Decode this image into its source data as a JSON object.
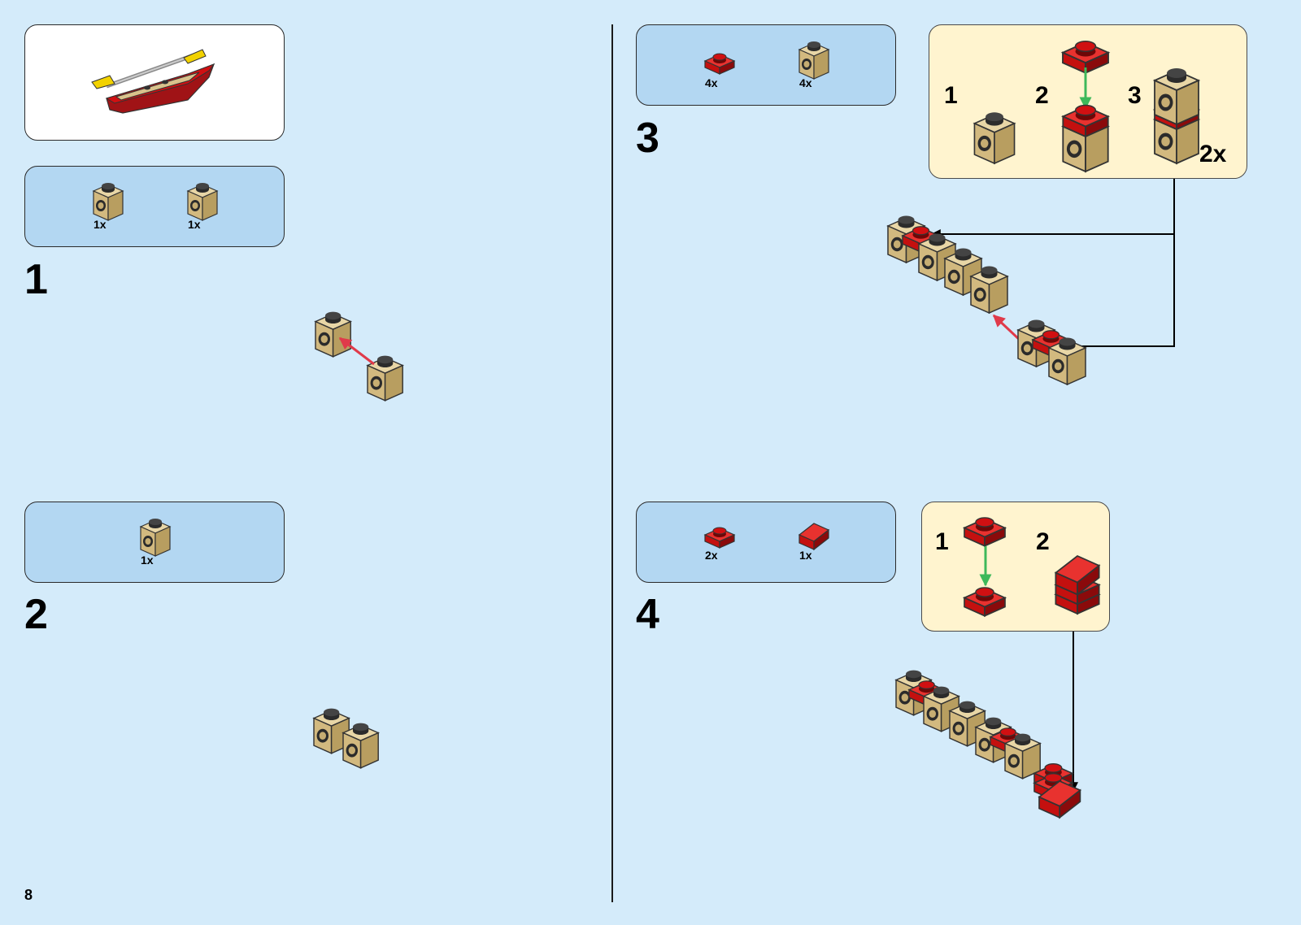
{
  "page": {
    "number": "8"
  },
  "colors": {
    "background": "#d4ebfa",
    "parts_box": "#b3d7f2",
    "sub_box": "#fff4cf",
    "tan": "#d9c28c",
    "tan_dark": "#b39b62",
    "red": "#d01012",
    "red_dark": "#8a0a0b",
    "arrow_red": "#e03a4a",
    "arrow_green": "#3db85a",
    "yellow": "#f2d200"
  },
  "steps": [
    {
      "number": "1",
      "parts": [
        {
          "icon": "tan-brick-1x1-stud-side-icon",
          "qty": "1x"
        },
        {
          "icon": "tan-brick-1x1-stud-side-icon",
          "qty": "1x"
        }
      ]
    },
    {
      "number": "2",
      "parts": [
        {
          "icon": "tan-brick-1x1-stud-side-icon",
          "qty": "1x"
        }
      ]
    },
    {
      "number": "3",
      "parts": [
        {
          "icon": "red-plate-1x1-icon",
          "qty": "4x"
        },
        {
          "icon": "tan-brick-1x1-stud-side-icon",
          "qty": "4x"
        }
      ],
      "substeps": [
        "1",
        "2",
        "3"
      ],
      "multiplier": "2x"
    },
    {
      "number": "4",
      "parts": [
        {
          "icon": "red-plate-1x1-icon",
          "qty": "2x"
        },
        {
          "icon": "red-slope-1x1-icon",
          "qty": "1x"
        }
      ],
      "substeps": [
        "1",
        "2"
      ]
    }
  ]
}
